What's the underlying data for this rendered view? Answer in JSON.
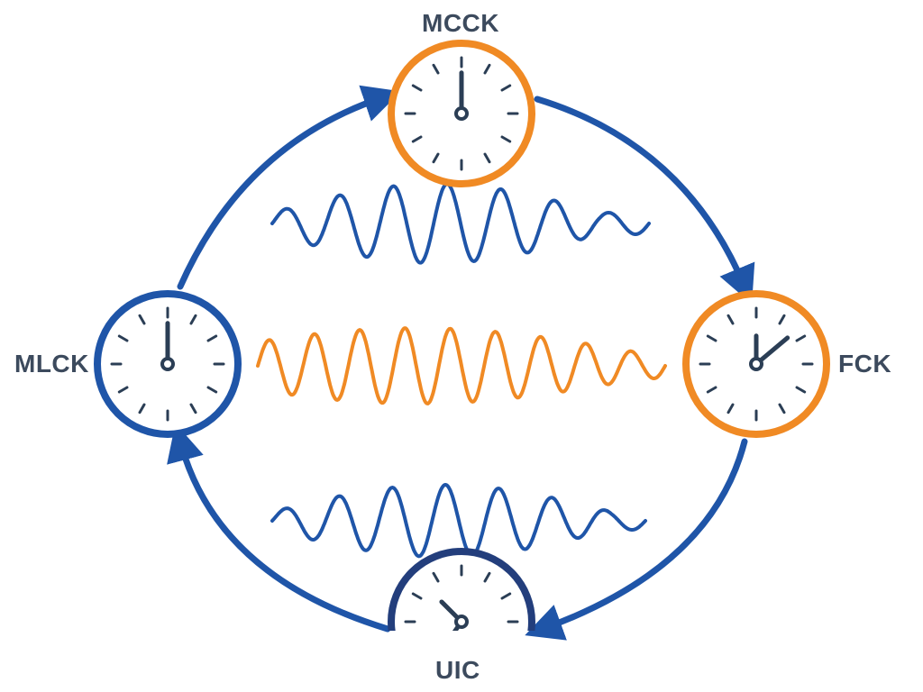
{
  "colors": {
    "blue": "#1f55a8",
    "orange": "#f08a24",
    "dark": "#2b3e55",
    "navy": "#233e7c",
    "label": "#3c4a5d"
  },
  "clocks": {
    "top": {
      "label": "MCCK",
      "ring_color": "orange",
      "hand_hour_deg": 0,
      "hand_minute_deg": 0
    },
    "left": {
      "label": "MLCK",
      "ring_color": "blue",
      "hand_hour_deg": 0,
      "hand_minute_deg": 0
    },
    "right": {
      "label": "FCK",
      "ring_color": "orange",
      "hand_hour_deg": 0,
      "hand_minute_deg": 50
    },
    "bottom": {
      "label": "UIC",
      "ring_color": "navy",
      "hand_hour_deg": -45,
      "hand_minute_deg": 215
    }
  },
  "waves": [
    {
      "name": "top-wave",
      "color": "blue"
    },
    {
      "name": "middle-wave",
      "color": "orange"
    },
    {
      "name": "bottom-wave",
      "color": "blue"
    }
  ],
  "cycle_arrows": [
    {
      "from": "MCCK",
      "to": "FCK"
    },
    {
      "from": "FCK",
      "to": "UIC"
    },
    {
      "from": "UIC",
      "to": "MLCK"
    },
    {
      "from": "MLCK",
      "to": "MCCK"
    }
  ]
}
